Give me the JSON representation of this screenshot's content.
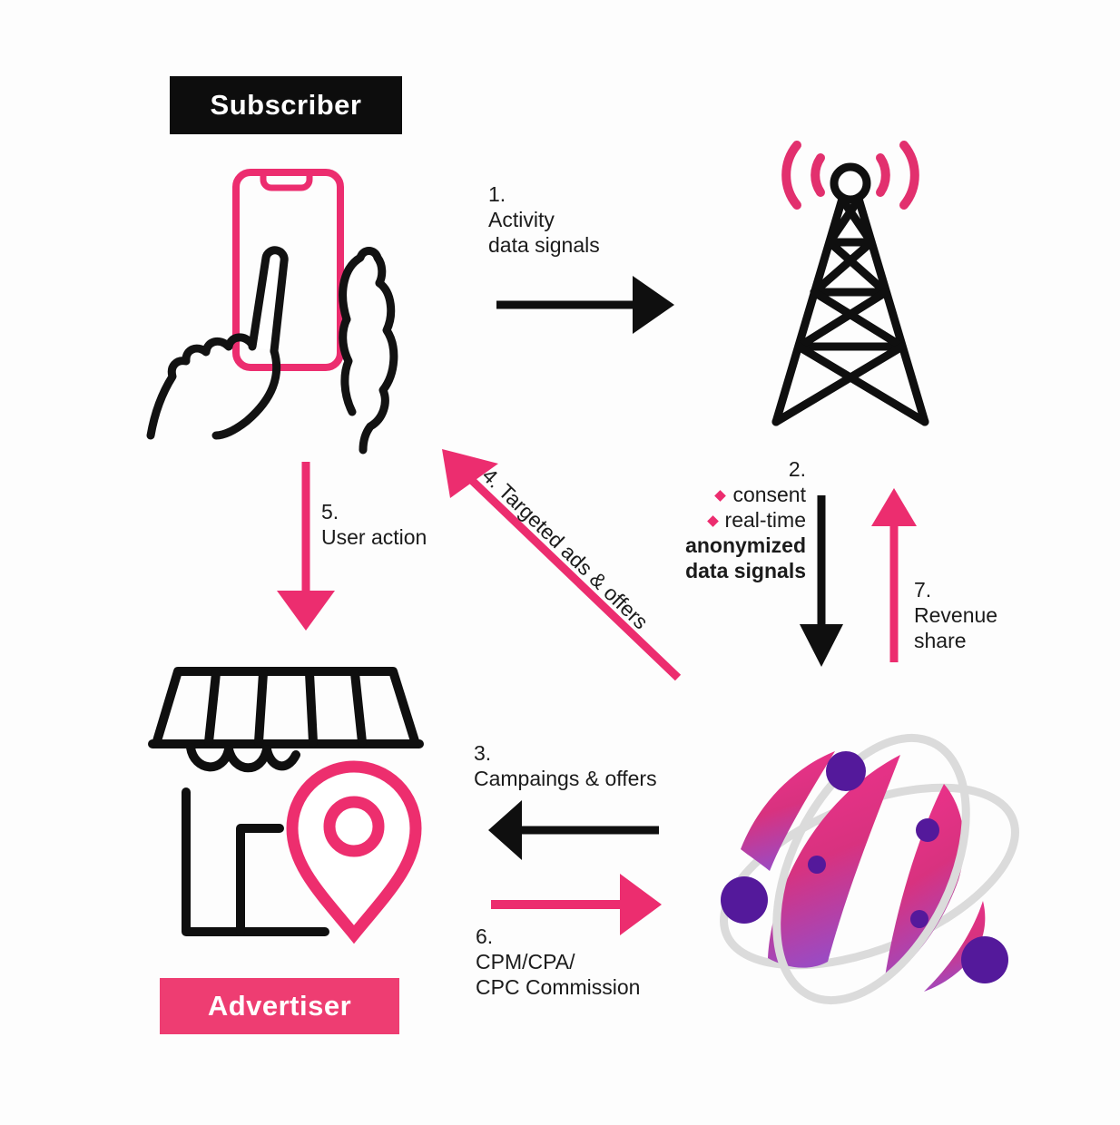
{
  "colors": {
    "pink": "#EC2D6F",
    "advertiser_box": "#EE3D72",
    "black": "#0d0d0d",
    "text": "#1b1b1b",
    "purple_dot": "#54199B",
    "orbit_gray": "#DBDBDB",
    "globe_gradient_start": "#F1318D",
    "globe_gradient_end": "#9C4AC1"
  },
  "boxes": {
    "subscriber": "Subscriber",
    "advertiser": "Advertiser"
  },
  "icons": {
    "subscriber_device": "phone-in-hands-icon",
    "operator": "cell-tower-icon",
    "advertiser_store": "store-location-pin-icon",
    "platform": "data-sphere-orbits-icon"
  },
  "flows": {
    "f1": {
      "num": "1.",
      "line1": "Activity",
      "line2": "data signals"
    },
    "f2": {
      "num": "2.",
      "bullet1": "consent",
      "bullet2": "real-time",
      "line1": "anonymized",
      "line2": "data signals"
    },
    "f3": {
      "num": "3.",
      "line1": "Campaings & offers"
    },
    "f4": {
      "label": "4. Targeted ads & offers"
    },
    "f5": {
      "num": "5.",
      "line1": "User action"
    },
    "f6": {
      "num": "6.",
      "line1": "CPM/CPA/",
      "line2": "CPC Commission"
    },
    "f7": {
      "num": "7.",
      "line1": "Revenue",
      "line2": "share"
    }
  }
}
